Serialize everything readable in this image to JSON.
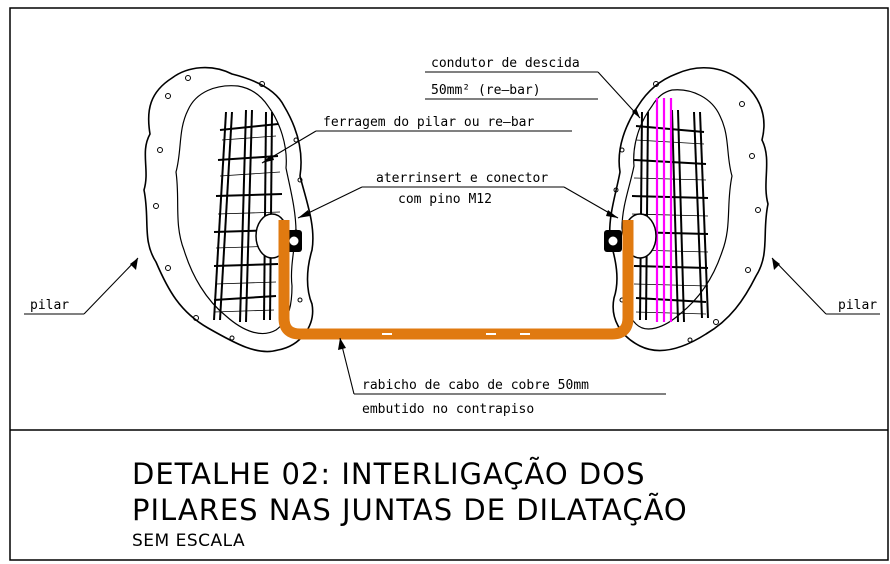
{
  "labels": {
    "condutor_line1": "condutor de descida",
    "condutor_line2": "50mm² (re–bar)",
    "ferragem": "ferragem do pilar ou re–bar",
    "aterrinsert_line1": "aterrinsert e conector",
    "aterrinsert_line2": "com pino M12",
    "pilar_left": "pilar",
    "pilar_right": "pilar",
    "rabicho_line1": "rabicho de cabo de cobre 50mm",
    "rabicho_line2": "embutido no contrapiso"
  },
  "title": {
    "line1": "DETALHE 02: INTERLIGAÇÃO DOS",
    "line2": "PILARES NAS JUNTAS DE DILATAÇÃO",
    "scale": "SEM ESCALA"
  },
  "colors": {
    "cable": "#e07a10",
    "down_conductor": "#ff00ff",
    "lines": "#000000"
  }
}
